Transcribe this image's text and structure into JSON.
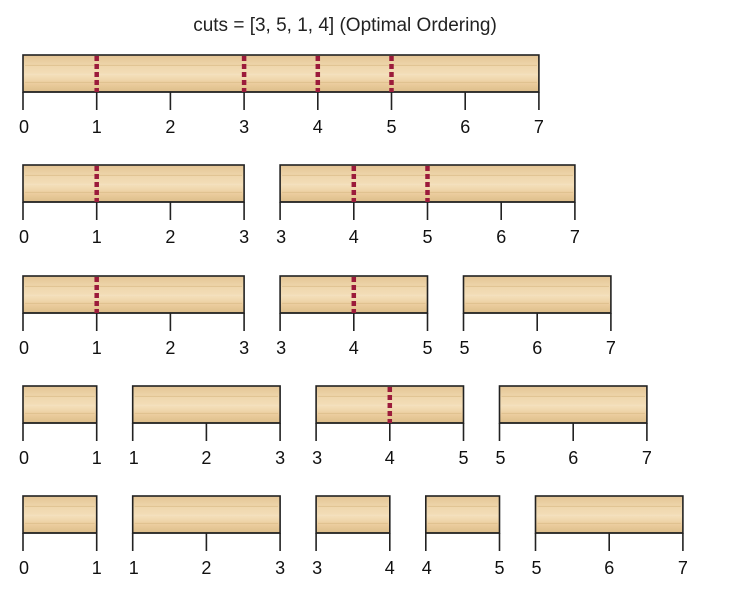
{
  "title": "cuts = [3, 5, 1, 4] (Optimal Ordering)",
  "colors": {
    "wood": "#ecd3a6",
    "wood_dark": "#d9ba86",
    "wood_light": "#f5e3c3",
    "outline": "#222222",
    "cut_marker": "#9b1b3b"
  },
  "rows": [
    {
      "pieces": [
        {
          "start": 0,
          "end": 7,
          "ticks": [
            0,
            1,
            2,
            3,
            4,
            5,
            6,
            7
          ],
          "cuts": [
            1,
            3,
            4,
            5
          ]
        }
      ]
    },
    {
      "pieces": [
        {
          "start": 0,
          "end": 3,
          "ticks": [
            0,
            1,
            2,
            3
          ],
          "cuts": [
            1
          ]
        },
        {
          "start": 3,
          "end": 7,
          "ticks": [
            3,
            4,
            5,
            6,
            7
          ],
          "cuts": [
            4,
            5
          ]
        }
      ]
    },
    {
      "pieces": [
        {
          "start": 0,
          "end": 3,
          "ticks": [
            0,
            1,
            2,
            3
          ],
          "cuts": [
            1
          ]
        },
        {
          "start": 3,
          "end": 5,
          "ticks": [
            3,
            4,
            5
          ],
          "cuts": [
            4
          ]
        },
        {
          "start": 5,
          "end": 7,
          "ticks": [
            5,
            6,
            7
          ],
          "cuts": []
        }
      ]
    },
    {
      "pieces": [
        {
          "start": 0,
          "end": 1,
          "ticks": [
            0,
            1
          ],
          "cuts": []
        },
        {
          "start": 1,
          "end": 3,
          "ticks": [
            1,
            2,
            3
          ],
          "cuts": []
        },
        {
          "start": 3,
          "end": 5,
          "ticks": [
            3,
            4,
            5
          ],
          "cuts": [
            4
          ]
        },
        {
          "start": 5,
          "end": 7,
          "ticks": [
            5,
            6,
            7
          ],
          "cuts": []
        }
      ]
    },
    {
      "pieces": [
        {
          "start": 0,
          "end": 1,
          "ticks": [
            0,
            1
          ],
          "cuts": []
        },
        {
          "start": 1,
          "end": 3,
          "ticks": [
            1,
            2,
            3
          ],
          "cuts": []
        },
        {
          "start": 3,
          "end": 4,
          "ticks": [
            3,
            4
          ],
          "cuts": []
        },
        {
          "start": 4,
          "end": 5,
          "ticks": [
            4,
            5
          ],
          "cuts": []
        },
        {
          "start": 5,
          "end": 7,
          "ticks": [
            5,
            6,
            7
          ],
          "cuts": []
        }
      ]
    }
  ]
}
